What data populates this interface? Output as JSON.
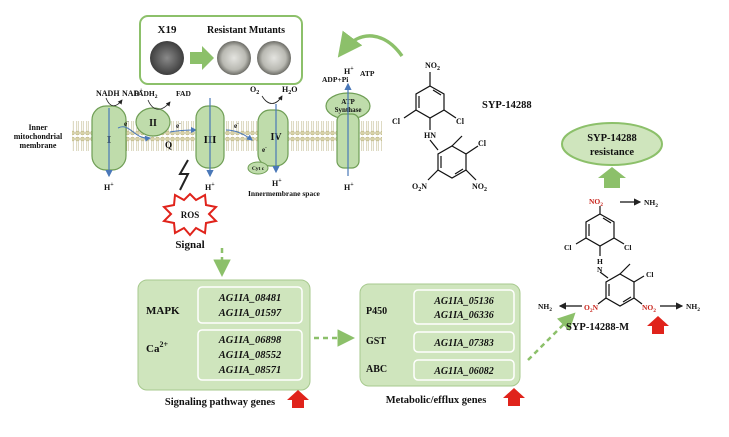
{
  "colors": {
    "green_fill": "#bfdcab",
    "green_stroke": "#6f9e55",
    "panel_fill": "#cfe5bd",
    "arrow_green": "#8cc06a",
    "red": "#e0231b",
    "nitro_red": "#c8241c",
    "blue": "#4a78b8"
  },
  "inset": {
    "left_label": "X19",
    "right_label": "Resistant Mutants"
  },
  "membrane": {
    "membrane_label_1": "Inner",
    "membrane_label_2": "mitochondrial",
    "membrane_label_3": "membrane",
    "complex_1": "I",
    "complex_2": "II",
    "complex_3": "III",
    "complex_4": "IV",
    "atp_synthase_1": "ATP",
    "atp_synthase_2": "Synthase",
    "nadh": "NADH",
    "nad": "NAD",
    "nad_sup": "+",
    "fadh2": "FADH",
    "fadh2_sub": "2",
    "fad": "FAD",
    "o2": "O",
    "o2_sub": "2",
    "h2o": "H",
    "h2o_sub": "2",
    "h2o_tail": "O",
    "adp_pi": "ADP+Pi",
    "atp": "ATP",
    "q": "Q",
    "cyt_c": "Cyt c",
    "electron": "e",
    "electron_sup": "-",
    "proton": "H",
    "proton_sup": "+",
    "space_label": "Innermembrane space"
  },
  "ros": {
    "label": "ROS",
    "signal": "Signal"
  },
  "compound": {
    "name": "SYP-14288",
    "no2": "NO",
    "no2_sub": "2",
    "o2n": "O",
    "o2n_sub": "2",
    "o2n_tail": "N",
    "cl": "Cl",
    "hn": "HN"
  },
  "metabolite": {
    "name": "SYP-14288-M",
    "nh2": "NH",
    "nh2_sub": "2",
    "n": "N",
    "h": "H",
    "no2": "NO",
    "no2_sub": "2",
    "o2n": "O",
    "o2n_sub": "2",
    "o2n_tail": "N",
    "cl": "Cl"
  },
  "resistance": {
    "line1": "SYP-14288",
    "line2": "resistance"
  },
  "signaling": {
    "caption": "Signaling pathway genes",
    "mapk_label": "MAPK",
    "ca_label": "Ca",
    "ca_sup": "2+",
    "mapk_genes": [
      "AG1IA_08481",
      "AG1IA_01597"
    ],
    "ca_genes": [
      "AG1IA_06898",
      "AG1IA_08552",
      "AG1IA_08571"
    ]
  },
  "metabolic": {
    "caption": "Metabolic/efflux genes",
    "p450_label": "P450",
    "gst_label": "GST",
    "abc_label": "ABC",
    "p450_genes": [
      "AG1IA_05136",
      "AG1IA_06336"
    ],
    "gst_genes": [
      "AG1IA_07383"
    ],
    "abc_genes": [
      "AG1IA_06082"
    ]
  }
}
